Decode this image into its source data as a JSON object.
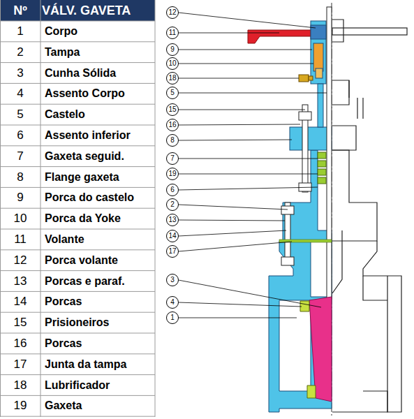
{
  "diagram": {
    "labels": [
      "Nº",
      "VÁLV. GAVETA",
      "1",
      "Corpo",
      "2",
      "Tampa",
      "3",
      "Cunha Sólida",
      "4",
      "Assento Corpo",
      "5",
      "Castelo",
      "6",
      "Assento inferior",
      "7",
      "Gaxeta seguid.",
      "8",
      "Flange gaxeta",
      "9",
      "Porca do castelo",
      "10",
      "Porca da Yoke",
      "11",
      "Volante",
      "12",
      "Porca volante",
      "13",
      "Porcas e paraf.",
      "14",
      "Porcas",
      "15",
      "Prisioneiros",
      "16",
      "Porcas",
      "17",
      "Junta da tampa",
      "18",
      "Lubrificador",
      "19",
      "Gaxeta",
      "12",
      "11",
      "9",
      "10",
      "18",
      "5",
      "15",
      "16",
      "8",
      "7",
      "19",
      "6",
      "2",
      "13",
      "14",
      "17",
      "3",
      "4",
      "1"
    ]
  }
}
